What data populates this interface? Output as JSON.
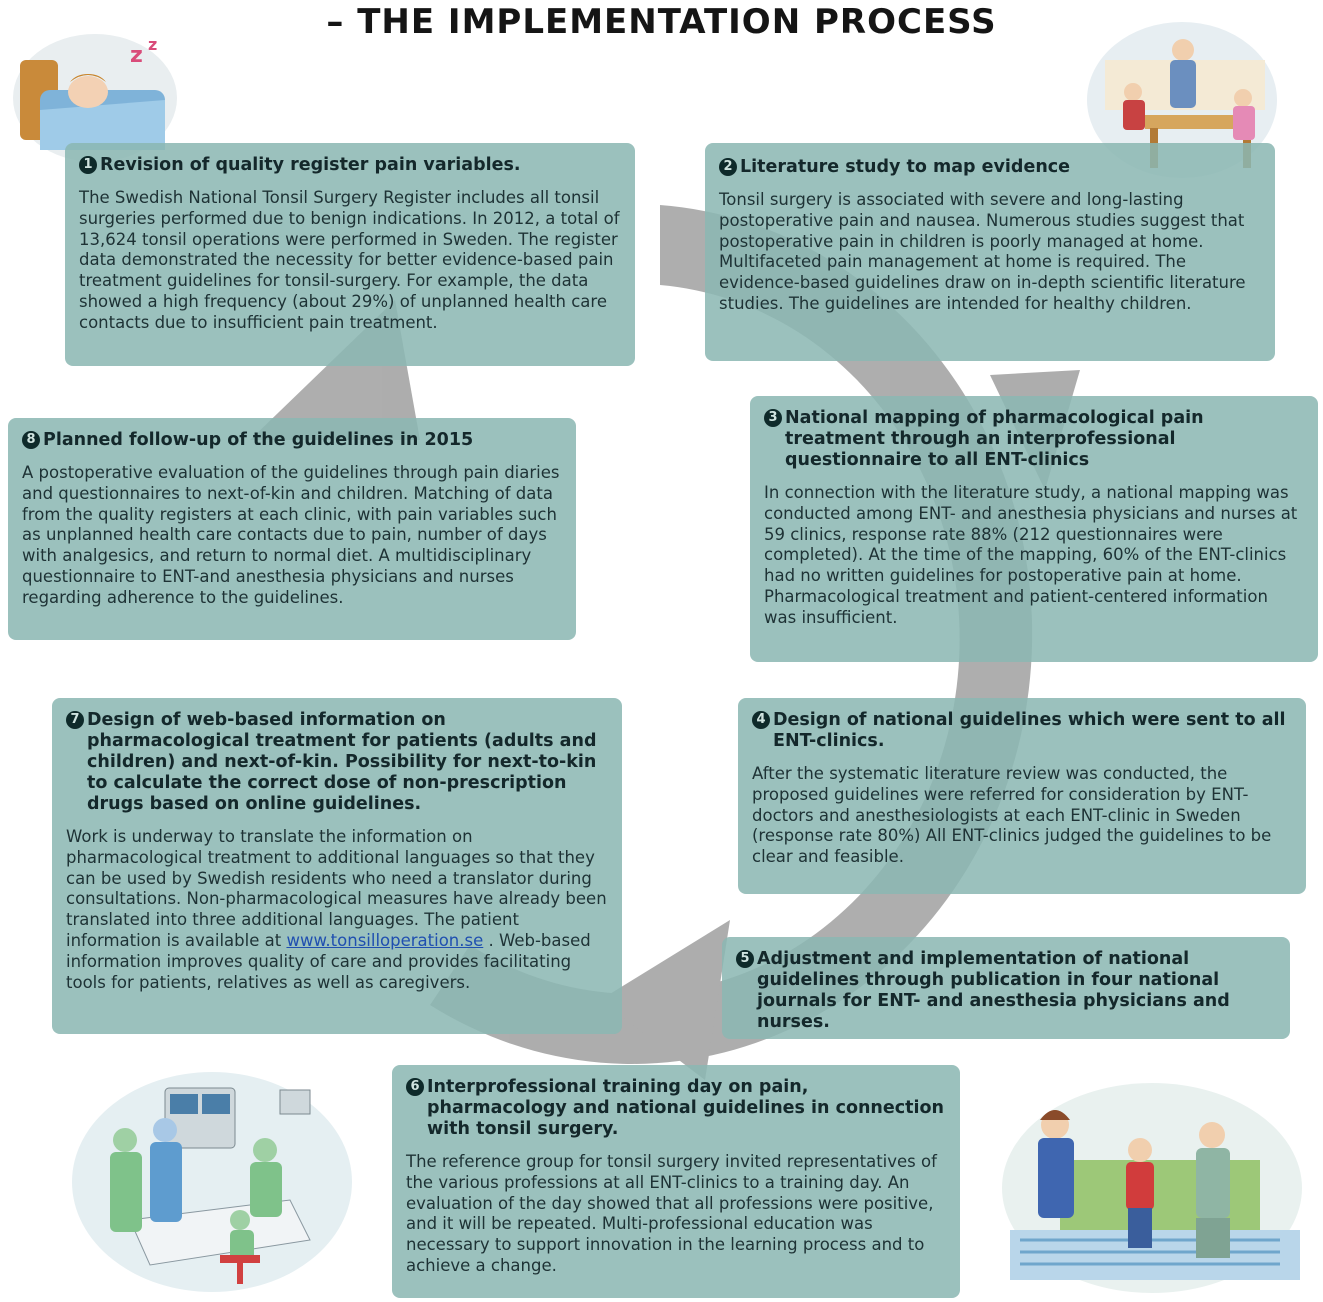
{
  "title": "– THE IMPLEMENTATION PROCESS",
  "colors": {
    "box_fill": "#8ab7b2",
    "arrow": "#a5a5a5",
    "number_badge": "#0e2a2a",
    "link": "#1f4fb0"
  },
  "illustrations": [
    {
      "icon": "sleeping-child-illustration"
    },
    {
      "icon": "family-at-table-illustration"
    },
    {
      "icon": "surgery-team-illustration"
    },
    {
      "icon": "nurse-with-family-illustration"
    }
  ],
  "steps": [
    {
      "number": "1",
      "heading": "Revision of quality register pain variables.",
      "body": "The Swedish National Tonsil Surgery Register includes all tonsil surgeries performed due to benign indications. In 2012, a total of 13,624 tonsil operations were performed in Sweden. The register data demonstrated the necessity for better evidence-based pain treatment guidelines for tonsil-surgery. For example, the data showed a high frequency (about 29%) of unplanned health care contacts due to insufficient pain treatment."
    },
    {
      "number": "2",
      "heading": "Literature study to map evidence",
      "body": "Tonsil surgery is associated with severe and long-lasting postoperative pain and nausea. Numerous studies suggest that postoperative pain in children is poorly managed at home. Multifaceted pain management at home is required. The evidence-based guidelines draw on in-depth scientific literature studies. The guidelines are intended for healthy children."
    },
    {
      "number": "3",
      "heading": "National mapping of pharmacological pain treatment through an interprofessional questionnaire to all ENT-clinics",
      "body": "In connection with the literature study, a national mapping was conducted among ENT- and anesthesia physicians and nurses at 59 clinics, response rate 88% (212 questionnaires were completed). At the time of the mapping, 60% of the ENT-clinics had no written guidelines for postoperative pain at home. Pharmacological treatment and patient-centered information was insufficient."
    },
    {
      "number": "4",
      "heading": "Design of national guidelines which were sent to all ENT-clinics.",
      "body": "After the systematic literature review was conducted, the proposed guidelines were referred for consideration by ENT-doctors and anesthesiologists at each ENT-clinic in Sweden (response rate 80%) All ENT-clinics judged the guidelines to be clear and feasible."
    },
    {
      "number": "5",
      "heading": "Adjustment and implementation of national guidelines through publication in four national journals for ENT- and anesthesia physicians and nurses.",
      "body": ""
    },
    {
      "number": "6",
      "heading": "Interprofessional training day on pain, pharmacology and national guidelines in connection with tonsil surgery.",
      "body": "The reference group for tonsil surgery invited representatives of the various professions at all ENT-clinics to a training day. An evaluation of the day showed that all professions were positive, and it will be repeated. Multi-professional education was necessary to support innovation in the learning process and to achieve a change."
    },
    {
      "number": "7",
      "heading": "Design of web-based information on pharmacological treatment for patients (adults and children) and next-of-kin. Possibility for next-to-kin to calculate the correct dose of non-prescription drugs based on online guidelines.",
      "body": "Work is underway to translate the information on pharmacological treatment to additional languages so that they can be used by Swedish residents who need a translator during consultations. Non-pharmacological measures have already been translated into three additional languages. The patient information is available at",
      "link": "www.tonsilloperation.se",
      "body_after": ". Web-based information improves quality of care and provides facilitating tools for patients, relatives as well as caregivers."
    },
    {
      "number": "8",
      "heading": "Planned follow-up of the guidelines in 2015",
      "body": "A postoperative evaluation of the guidelines through pain diaries and questionnaires to next-of-kin and children. Matching of data from the quality registers at each clinic, with pain variables such as unplanned health care contacts due to pain, number of days with analgesics, and return to normal diet. A multidisciplinary questionnaire to ENT-and anesthesia physicians and nurses regarding adherence to the guidelines."
    }
  ]
}
